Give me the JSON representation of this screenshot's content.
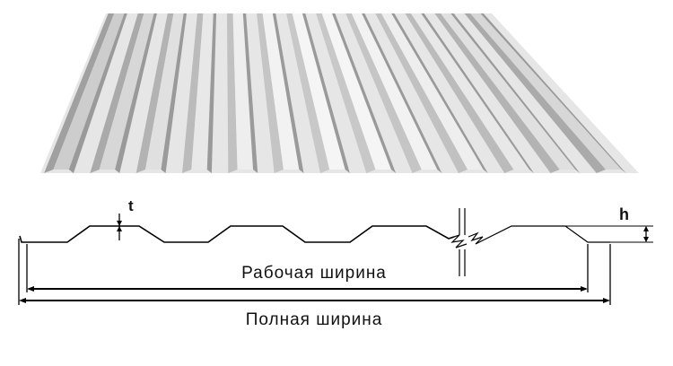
{
  "photo": {
    "alt_subject": "corrugated-metal-sheet"
  },
  "diagram": {
    "thickness_label": "t",
    "height_label": "h",
    "working_width_label": "Рабочая ширина",
    "full_width_label": "Полная ширина"
  }
}
